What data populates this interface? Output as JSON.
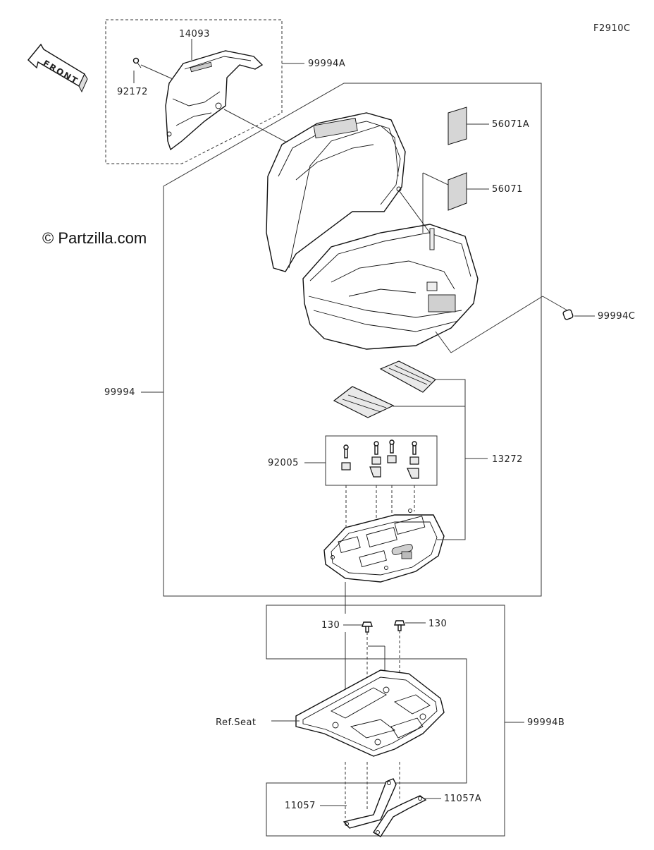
{
  "diagram_code": "F2910C",
  "watermark": "© Partzilla.com",
  "front_label": "FRONT",
  "labels": {
    "p14093": "14093",
    "p92172": "92172",
    "p99994A": "99994A",
    "p56071A": "56071A",
    "p56071": "56071",
    "p99994C": "99994C",
    "p99994": "99994",
    "p92005": "92005",
    "p13272": "13272",
    "p130a": "130",
    "p130b": "130",
    "ref_seat": "Ref.Seat",
    "p99994B": "99994B",
    "p11057": "11057",
    "p11057A": "11057A"
  }
}
